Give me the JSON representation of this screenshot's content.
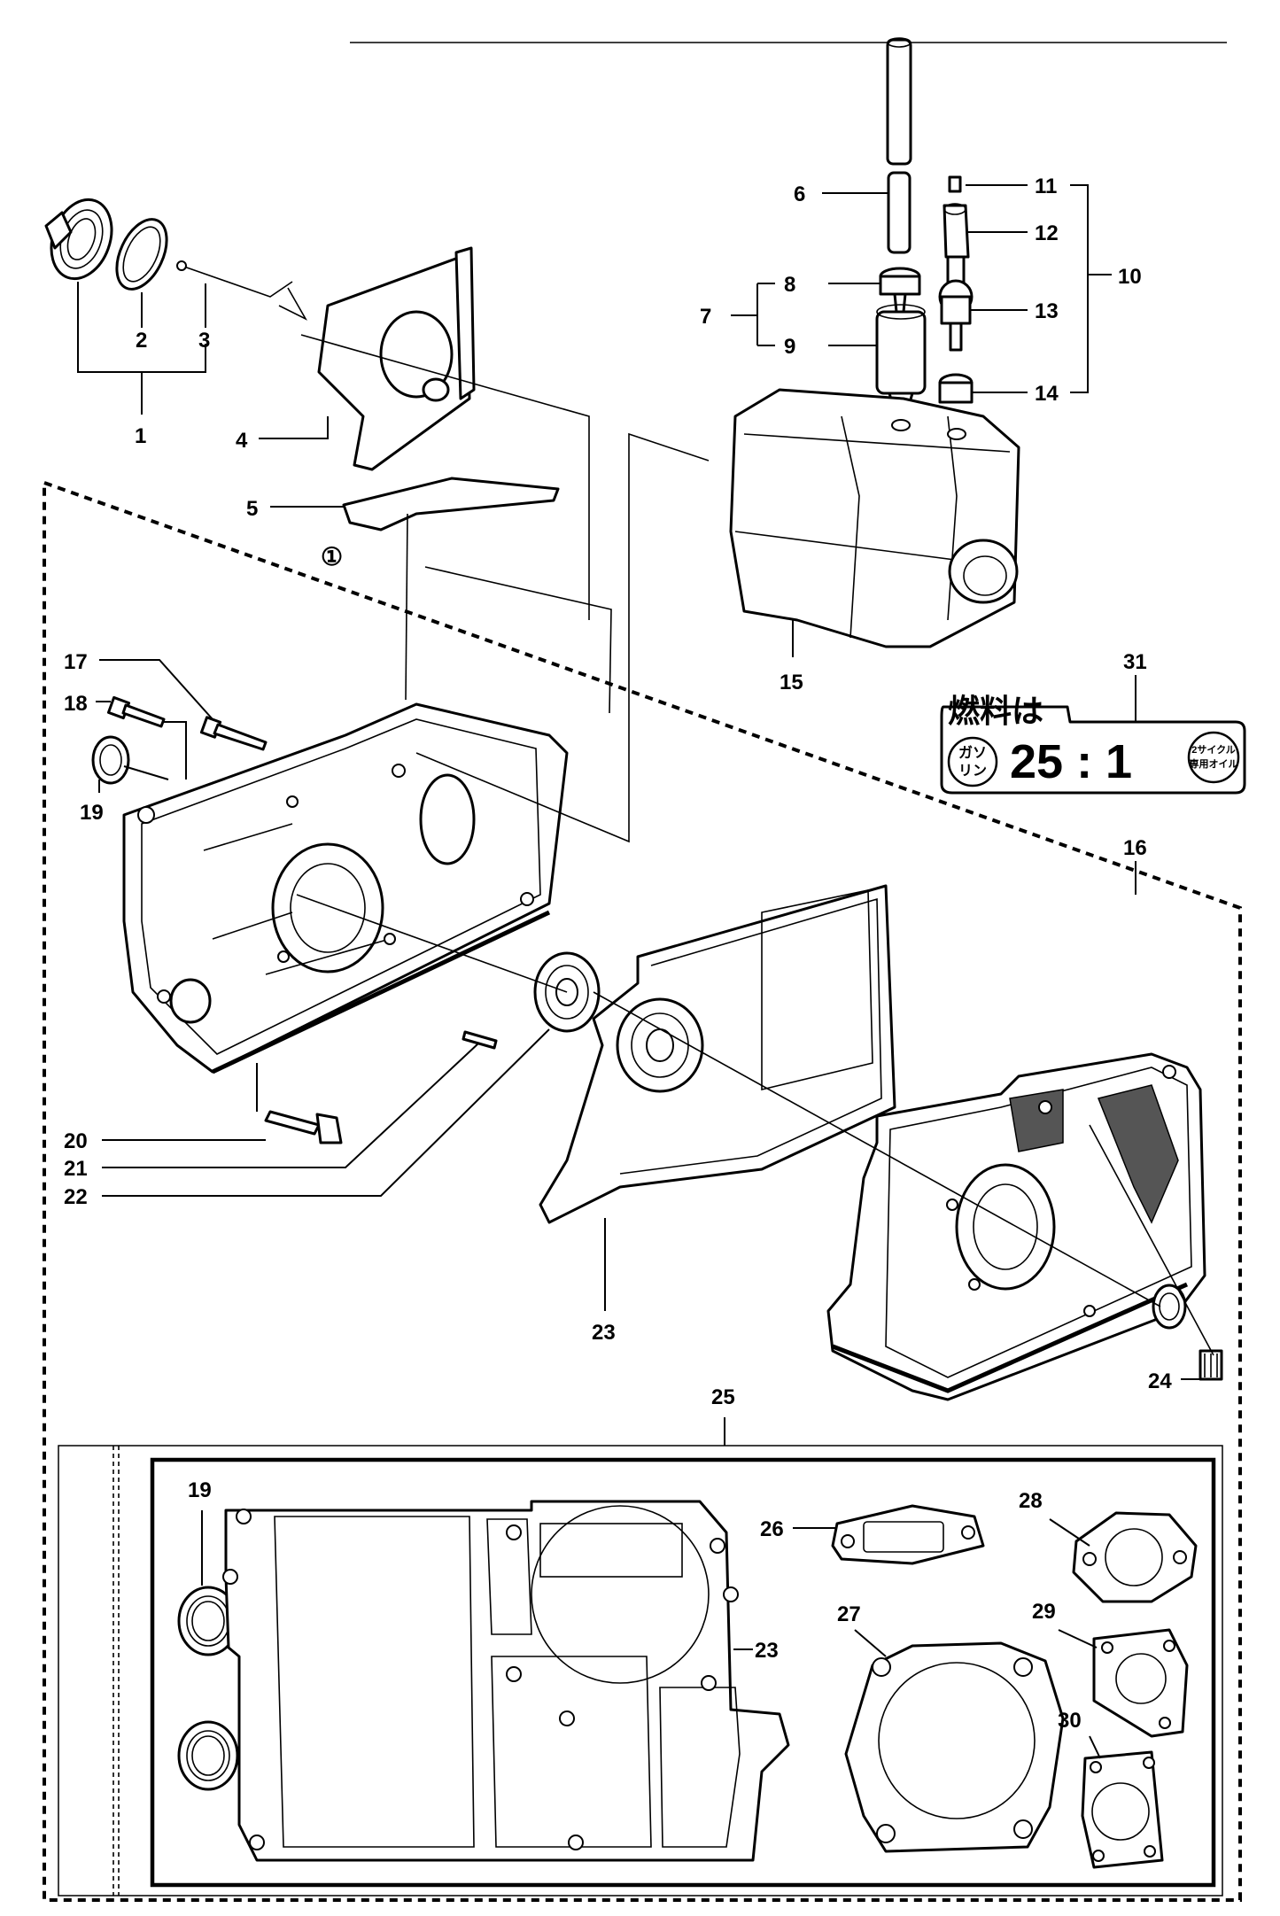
{
  "labels": {
    "l1": "1",
    "l2": "2",
    "l3": "3",
    "l4": "4",
    "l5": "5",
    "l6": "6",
    "l7": "7",
    "l8": "8",
    "l9": "9",
    "l10": "10",
    "l11": "11",
    "l12": "12",
    "l13": "13",
    "l14": "14",
    "l15": "15",
    "l16": "16",
    "l17": "17",
    "l18": "18",
    "l19": "19",
    "l20": "20",
    "l21": "21",
    "l22": "22",
    "l23": "23",
    "l24": "24",
    "l25": "25",
    "l26": "26",
    "l27": "27",
    "l28": "28",
    "l29": "29",
    "l30": "30",
    "l31": "31",
    "l19b": "19",
    "l23b": "23",
    "circled1": "①"
  },
  "fuel_label": {
    "title": "燃料は",
    "left_badge_top": "ガソ",
    "left_badge_bottom": "リン",
    "ratio": "25 : 1",
    "right_badge_top": "2サイクル",
    "right_badge_bottom": "専用オイル"
  }
}
